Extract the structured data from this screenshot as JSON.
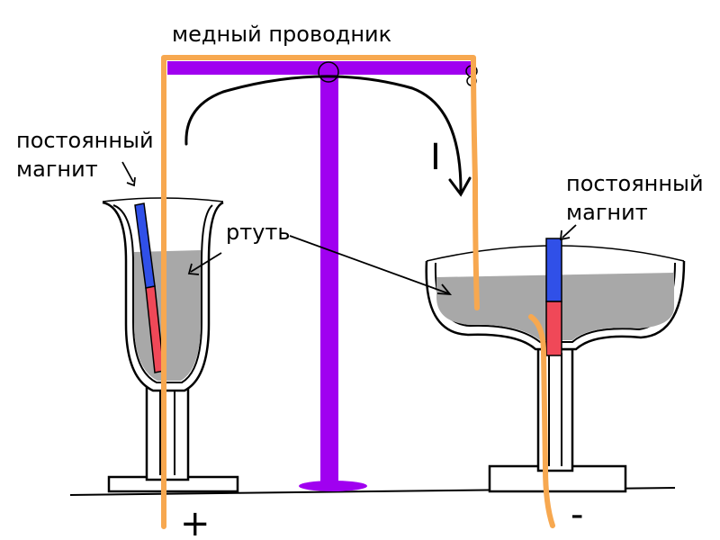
{
  "labels": {
    "copper_wire": "медный проводник",
    "magnet_left_line1": "постоянный",
    "magnet_left_line2": "магнит",
    "magnet_right_line1": "постоянный",
    "magnet_right_line2": "магнит",
    "mercury": "ртуть",
    "current": "I",
    "plus": "+",
    "minus": "-"
  },
  "colors": {
    "copper": "#f7a850",
    "stand": "#a000f0",
    "mercury": "#a8a8a8",
    "magnet_north": "#3050e8",
    "magnet_south": "#f04858",
    "ink": "#000000"
  }
}
